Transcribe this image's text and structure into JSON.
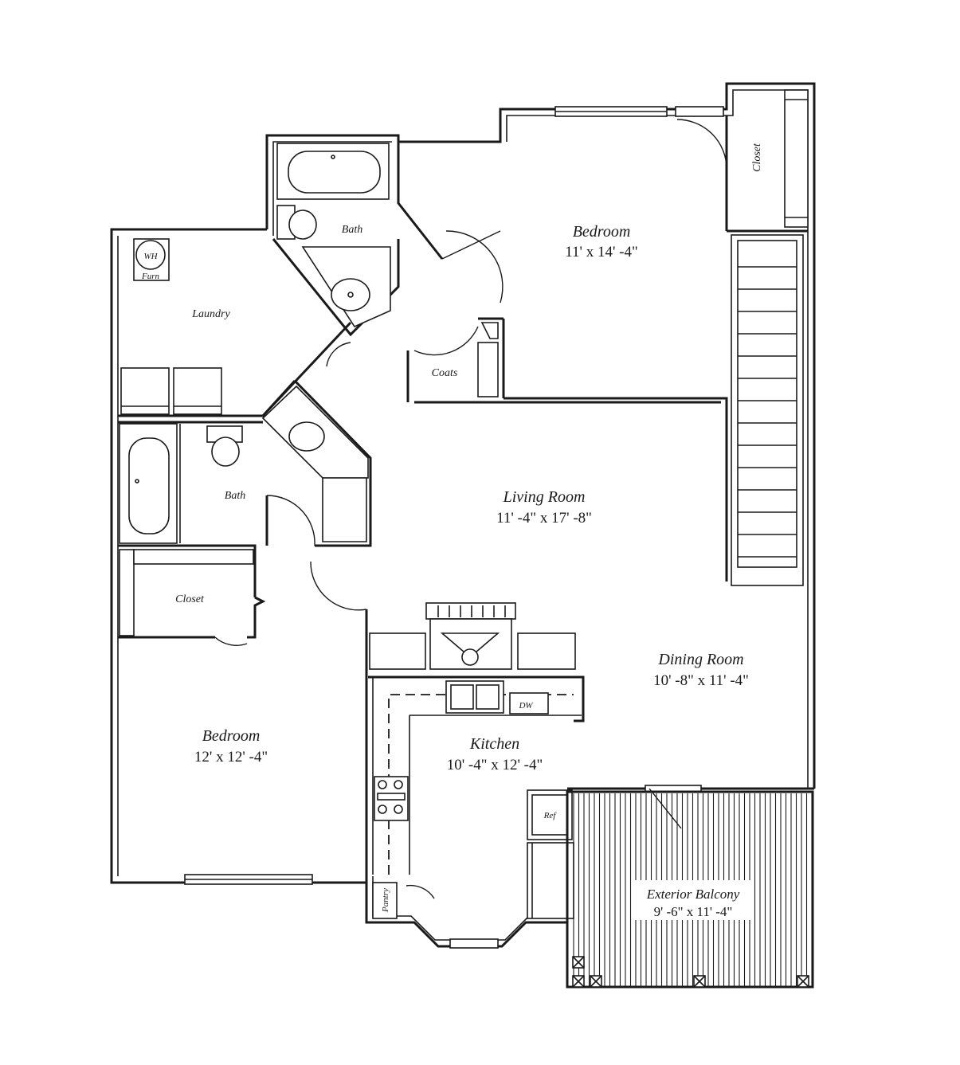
{
  "rooms": {
    "bedroom_top": {
      "name": "Bedroom",
      "dims": "11' x 14' -4\""
    },
    "bedroom_bottom": {
      "name": "Bedroom",
      "dims": "12' x 12' -4\""
    },
    "living": {
      "name": "Living Room",
      "dims": "11' -4\" x 17' -8\""
    },
    "dining": {
      "name": "Dining Room",
      "dims": "10' -8\" x 11' -4\""
    },
    "kitchen": {
      "name": "Kitchen",
      "dims": "10' -4\" x 12' -4\""
    },
    "balcony": {
      "name": "Exterior Balcony",
      "dims": "9' -6\" x 11' -4\""
    },
    "laundry": {
      "name": "Laundry"
    },
    "bath_top": {
      "name": "Bath"
    },
    "bath_bottom": {
      "name": "Bath"
    },
    "closet_left": {
      "name": "Closet"
    },
    "closet_right": {
      "name": "Closet"
    },
    "coats": {
      "name": "Coats"
    },
    "pantry": {
      "name": "Pantry"
    }
  },
  "fixtures": {
    "water_heater": "WH",
    "furnace": "Furn",
    "dishwasher": "DW",
    "refrigerator": "Ref"
  }
}
